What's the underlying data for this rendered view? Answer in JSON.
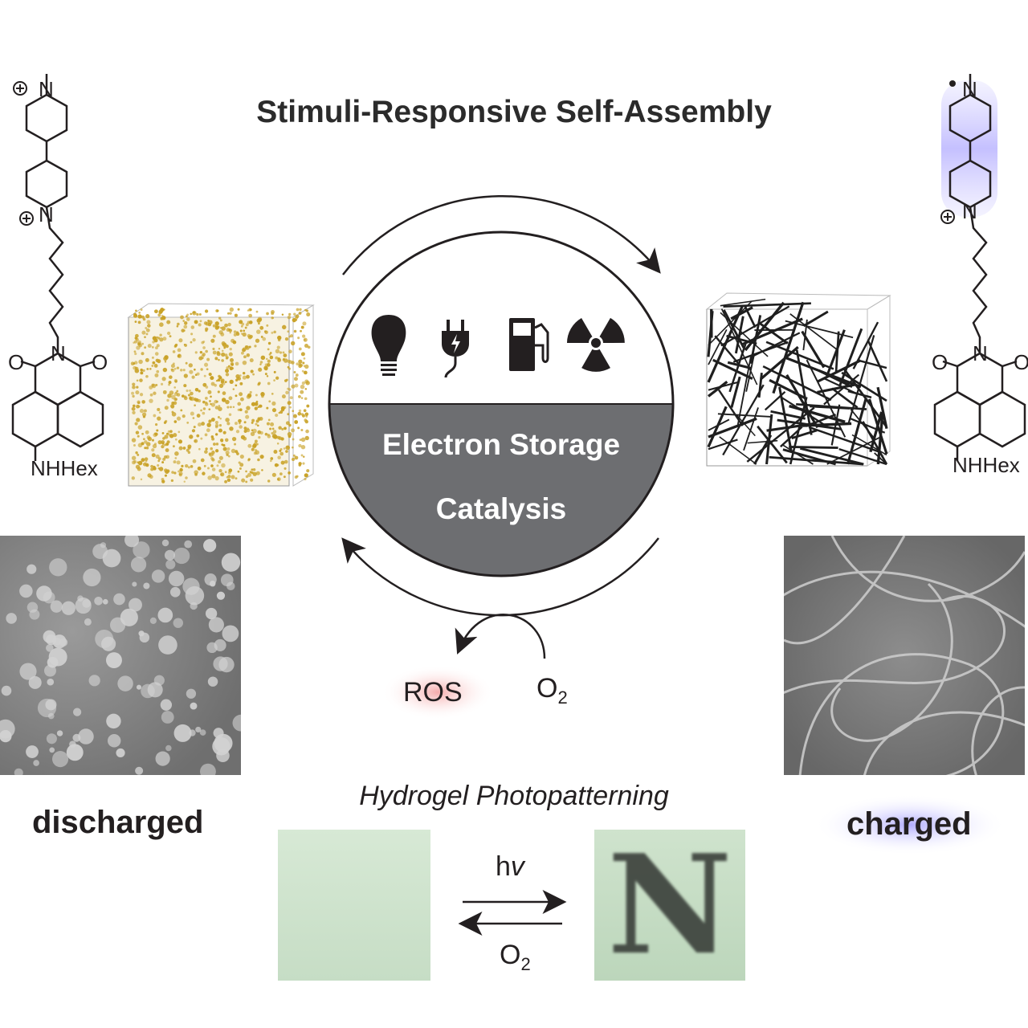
{
  "title": "Stimuli-Responsive Self-Assembly",
  "circle": {
    "line1": "Electron Storage",
    "line2": "Catalysis",
    "icons": [
      "light-bulb-icon",
      "power-plug-icon",
      "fuel-pump-icon",
      "radiation-icon"
    ]
  },
  "states": {
    "left": "discharged",
    "right": "charged"
  },
  "molecule": {
    "substituent": "NHHex",
    "ring_n": "N",
    "imide_n": "N",
    "carbonyl_o": "O"
  },
  "ros": {
    "product": "ROS",
    "reactant": "O",
    "reactant_sub": "2"
  },
  "photopatterning": {
    "caption": "Hydrogel Photopatterning",
    "forward_label_main": "h",
    "forward_label_italic": "v",
    "reverse_label": "O",
    "reverse_label_sub": "2",
    "pattern_letter": "N"
  },
  "colors": {
    "circle_fill": "#6d6e71",
    "micelle_gold": "#c9a227",
    "charged_highlight": "#b7b2ff",
    "ros_highlight": "#f5b5b5",
    "hydrogel_green": "#cfe4cf"
  }
}
